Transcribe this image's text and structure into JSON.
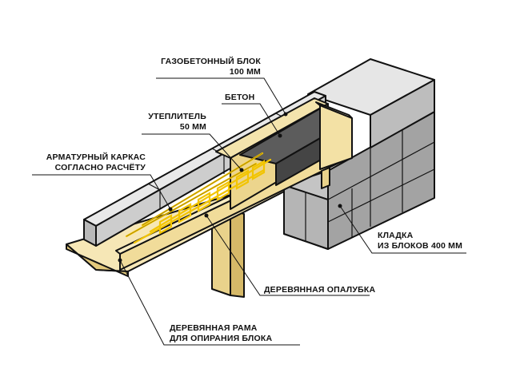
{
  "labels": {
    "gas_block": {
      "line1": "ГАЗОБЕТОННЫЙ БЛОК",
      "line2": "100 ММ"
    },
    "concrete": {
      "line1": "БЕТОН"
    },
    "insulation": {
      "line1": "УТЕПЛИТЕЛЬ",
      "line2": "50 ММ"
    },
    "rebar_cage": {
      "line1": "АРМАТУРНЫЙ КАРКАС",
      "line2": "СОГЛАСНО РАСЧЁТУ"
    },
    "masonry": {
      "line1": "КЛАДКА",
      "line2": "ИЗ БЛОКОВ 400 ММ"
    },
    "formwork": {
      "line1": "ДЕРЕВЯННАЯ ОПАЛУБКА"
    },
    "frame": {
      "line1": "ДЕРЕВЯННАЯ РАМА",
      "line2": "ДЛЯ ОПИРАНИЯ БЛОКА"
    }
  },
  "colors": {
    "block_top": "#e8e8e8",
    "block_front": "#cfcfcf",
    "block_side": "#a9a9a9",
    "wood_light": "#f6e7b6",
    "wood_mid": "#ecd58d",
    "wood_dark": "#d9bd6a",
    "concrete": "#5a5a5a",
    "rebar": "#f2c400"
  }
}
